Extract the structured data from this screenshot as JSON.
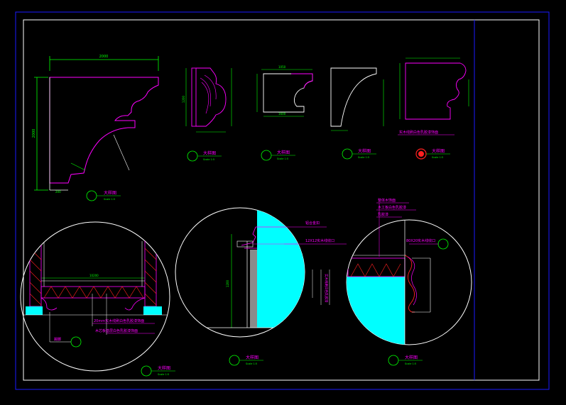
{
  "colors": {
    "background": "#000000",
    "frame": "#1a1aff",
    "border": "#ffffff",
    "profile": "#ff00ff",
    "dimension": "#00ff00",
    "fill": "#00ffff",
    "annotation": "#ff00ff",
    "red": "#ff2020",
    "gray": "#8a8a8a"
  },
  "drawing": {
    "dim_text": {
      "width_2000": "2000",
      "height_2000": "2000",
      "small_200": "200",
      "w_1050": "1050",
      "w_1600": "1600",
      "w_10200": "10200",
      "h_1200": "1200"
    },
    "details": [
      {
        "title": "大样图",
        "scale": "Scale 1:5"
      },
      {
        "title": "大样图",
        "scale": "Scale 1:5"
      },
      {
        "title": "大样图",
        "scale": "Scale 1:5"
      },
      {
        "title": "大样图",
        "scale": "Scale 1:5"
      },
      {
        "title": "大样图",
        "scale": "Scale 1:5"
      }
    ],
    "circle_details": [
      {
        "title": "大样图",
        "scale": "Scale 1:5"
      },
      {
        "title": "大样图",
        "scale": "Scale 1:5"
      },
      {
        "title": "大样图",
        "scale": "Scale 1:5"
      }
    ],
    "notes": {
      "d4_note": "实木线刷白色乳胶漆饰面",
      "c1_note1": "20mm实木线刷白色乳胶漆饰面",
      "c1_note2": "木芯板基层白色乳胶漆饰面",
      "c1_note3": "踢脚",
      "c2_note1": "铝合金扣",
      "c2_note2": "12X12实木线收口",
      "c2_vertical": "实木线刷白色乳胶漆",
      "c3_note1": "整体木饰面",
      "c3_note2": "木工板白色乳胶漆",
      "c3_note3": "乳胶漆",
      "c3_note4": "80X20实木线收口"
    }
  }
}
